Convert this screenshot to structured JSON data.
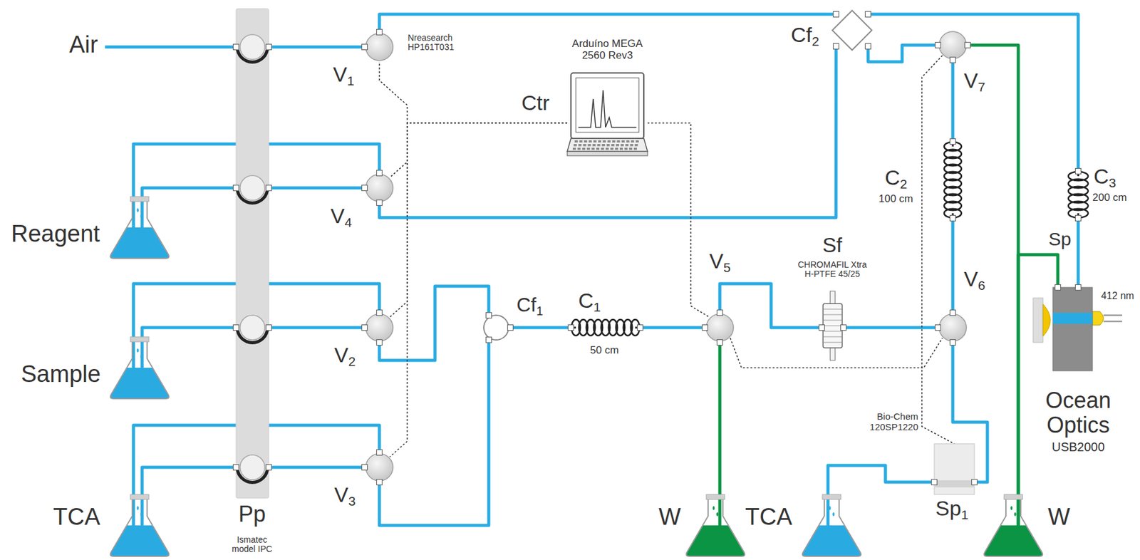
{
  "diagram": {
    "nodes": [
      {
        "text": [
          "Pp",
          "Ismatec model IPC"
        ]
      },
      {
        "text": [
          "Reagent"
        ]
      },
      {
        "text": [
          "Sample"
        ]
      },
      {
        "text": [
          "TCA"
        ]
      },
      {
        "text": [
          "V1",
          "Nreasearch HP161T031"
        ]
      },
      {
        "text": [
          "V4"
        ]
      },
      {
        "text": [
          "V2"
        ]
      },
      {
        "text": [
          "V3"
        ]
      },
      {
        "text": [
          "Ctr",
          "Arduíno MEGA 2560 Rev3"
        ]
      },
      {
        "text": [
          "Cf1"
        ]
      },
      {
        "text": [
          "C1",
          "50 cm"
        ]
      },
      {
        "text": [
          "V5"
        ]
      },
      {
        "text": [
          "Sf",
          "CHROMAFIL Xtra H-PTFE 45/25"
        ]
      },
      {
        "text": [
          "V6"
        ]
      },
      {
        "text": [
          "Cf2"
        ]
      },
      {
        "text": [
          "V7"
        ]
      },
      {
        "text": [
          "C2",
          "100 cm"
        ]
      },
      {
        "text": [
          "C3",
          "200 cm"
        ]
      },
      {
        "text": [
          "Sp",
          "Ocean Optics",
          "USB2000"
        ]
      },
      {
        "text": [
          "W"
        ]
      },
      {
        "text": [
          "TCA"
        ]
      },
      {
        "text": [
          "Sp1",
          "Bio-Chem 120SP1220"
        ]
      },
      {
        "text": [
          "W"
        ]
      }
    ],
    "edges": [
      {
        "from": 0,
        "to": 4,
        "arrow": "none"
      },
      {
        "from": 1,
        "to": 0,
        "arrow": "none"
      },
      {
        "from": 0,
        "to": 5,
        "arrow": "none"
      },
      {
        "from": 5,
        "to": 1,
        "arrow": "none"
      },
      {
        "from": 2,
        "to": 0,
        "arrow": "none"
      },
      {
        "from": 0,
        "to": 6,
        "arrow": "none"
      },
      {
        "from": 6,
        "to": 2,
        "arrow": "none"
      },
      {
        "from": 3,
        "to": 0,
        "arrow": "none"
      },
      {
        "from": 0,
        "to": 7,
        "arrow": "none"
      },
      {
        "from": 7,
        "to": 3,
        "arrow": "none"
      },
      {
        "from": 6,
        "to": 9,
        "arrow": "none"
      },
      {
        "from": 7,
        "to": 9,
        "arrow": "none"
      },
      {
        "from": 9,
        "to": 10,
        "arrow": "none"
      },
      {
        "from": 10,
        "to": 11,
        "arrow": "none"
      },
      {
        "from": 11,
        "to": 19,
        "arrow": "none"
      },
      {
        "from": 11,
        "to": 12,
        "arrow": "none"
      },
      {
        "from": 12,
        "to": 13,
        "arrow": "none"
      },
      {
        "from": 13,
        "to": 16,
        "arrow": "none"
      },
      {
        "from": 16,
        "to": 15,
        "arrow": "none"
      },
      {
        "from": 13,
        "to": 21,
        "arrow": "none"
      },
      {
        "from": 21,
        "to": 20,
        "arrow": "none"
      },
      {
        "from": 4,
        "to": 14,
        "arrow": "none"
      },
      {
        "from": 5,
        "to": 14,
        "arrow": "none"
      },
      {
        "from": 14,
        "to": 15,
        "arrow": "none"
      },
      {
        "from": 14,
        "to": 17,
        "arrow": "none"
      },
      {
        "from": 17,
        "to": 18,
        "arrow": "none"
      },
      {
        "from": 18,
        "to": 22,
        "arrow": "none"
      },
      {
        "from": 15,
        "to": 22,
        "arrow": "none"
      },
      {
        "from": 8,
        "to": 4,
        "arrow": "none"
      },
      {
        "from": 8,
        "to": 5,
        "arrow": "none"
      },
      {
        "from": 8,
        "to": 6,
        "arrow": "none"
      },
      {
        "from": 8,
        "to": 7,
        "arrow": "none"
      },
      {
        "from": 8,
        "to": 11,
        "arrow": "none"
      },
      {
        "from": 11,
        "to": 13,
        "arrow": "none"
      },
      {
        "from": 15,
        "to": 21,
        "arrow": "none"
      }
    ],
    "labels": [
      "Air",
      "412 nm"
    ]
  }
}
